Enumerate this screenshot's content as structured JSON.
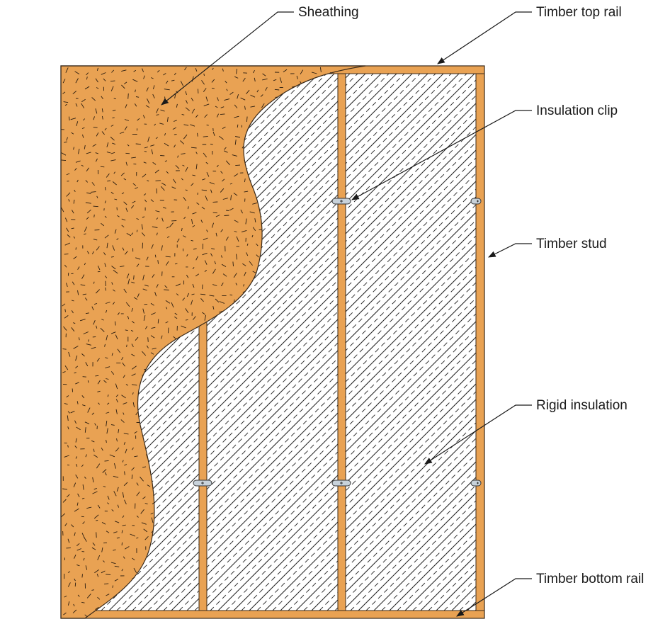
{
  "labels": {
    "sheathing": "Sheathing",
    "top_rail": "Timber top rail",
    "insulation_clip": "Insulation clip",
    "stud": "Timber stud",
    "rigid_insulation": "Rigid insulation",
    "bottom_rail": "Timber bottom rail"
  },
  "colors": {
    "timber": "#E9A253",
    "timber_edge": "#3a2a1a",
    "sheathing": "#E9A253",
    "insulation_hatch": "#222222",
    "clip": "#C8D2DA"
  },
  "components": [
    "timber-frame",
    "rigid-insulation",
    "sheathing",
    "insulation-clip"
  ]
}
